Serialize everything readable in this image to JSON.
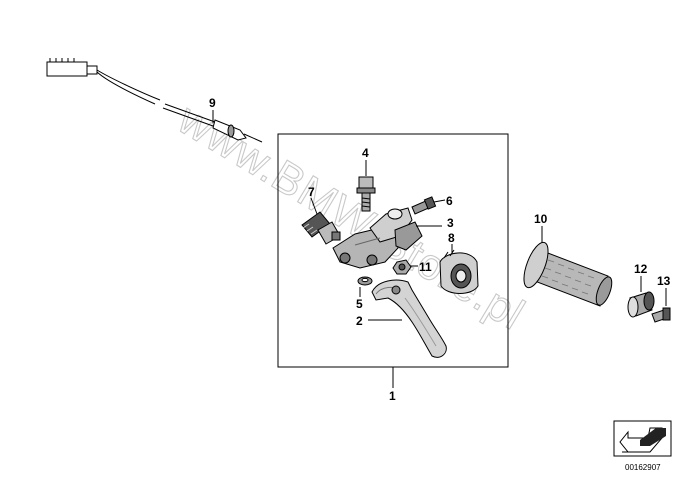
{
  "watermark": "www.BMW-Store.pl",
  "diagram_id": "00162907",
  "callouts": {
    "c1": "1",
    "c2": "2",
    "c3": "3",
    "c4": "4",
    "c5": "5",
    "c6": "6",
    "c7": "7",
    "c8": "8",
    "c9": "9",
    "c10": "10",
    "c11": "11",
    "c12": "12",
    "c13": "13"
  },
  "icons": [
    "connector-plug-icon",
    "wiring-harness-icon",
    "bolt-icon",
    "screw-icon",
    "adjuster-icon",
    "clamp-bracket-icon",
    "hand-lever-icon",
    "nut-icon",
    "washer-icon",
    "switch-housing-icon",
    "handlebar-grip-icon",
    "bar-end-weight-icon",
    "bar-end-screw-icon",
    "direction-arrow-icon"
  ]
}
